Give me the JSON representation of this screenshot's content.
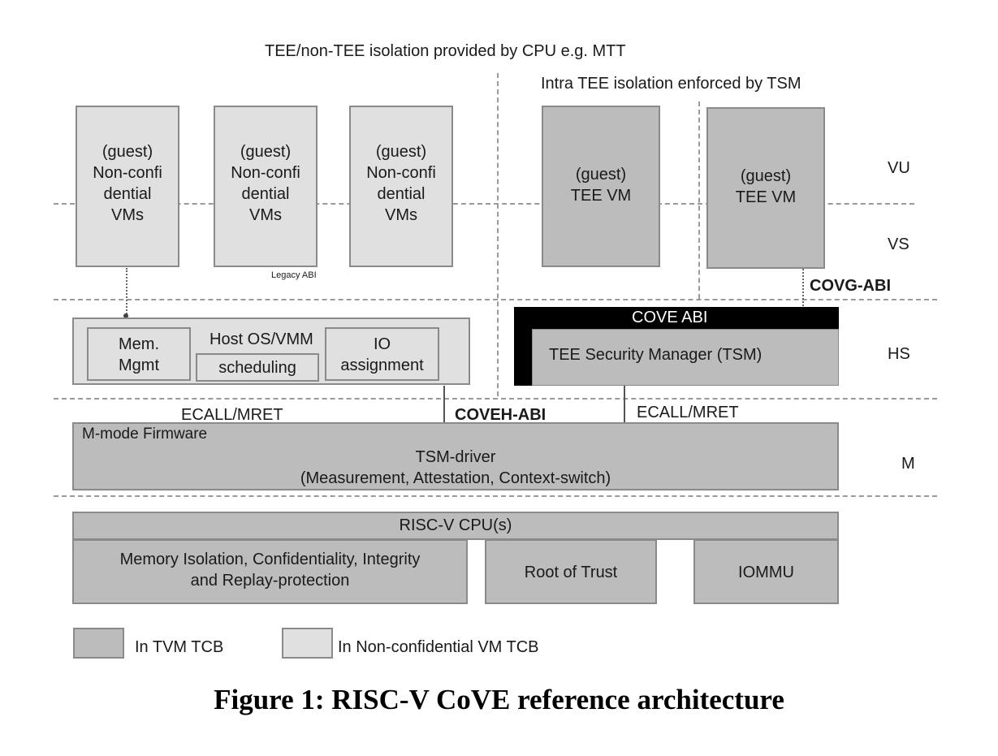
{
  "diagram": {
    "top_title": "TEE/non-TEE isolation provided by CPU e.g. MTT",
    "intra_title": "Intra TEE isolation enforced by TSM",
    "privilege_levels": {
      "vu": "VU",
      "vs": "VS",
      "hs": "HS",
      "m": "M"
    },
    "guest_vms": [
      {
        "line1": "(guest)",
        "line2": "Non-confi",
        "line3": "dential",
        "line4": "VMs",
        "tcb": "non-confidential"
      },
      {
        "line1": "(guest)",
        "line2": "Non-confi",
        "line3": "dential",
        "line4": "VMs",
        "tcb": "non-confidential"
      },
      {
        "line1": "(guest)",
        "line2": "Non-confi",
        "line3": "dential",
        "line4": "VMs",
        "tcb": "non-confidential"
      }
    ],
    "tee_vms": [
      {
        "line1": "(guest)",
        "line2": "TEE VM",
        "tcb": "tvm"
      },
      {
        "line1": "(guest)",
        "line2": "TEE VM",
        "tcb": "tvm"
      }
    ],
    "legacy_abi": "Legacy ABI",
    "covg_abi": "COVG-ABI",
    "host": {
      "title": "Host OS/VMM",
      "mem_line1": "Mem.",
      "mem_line2": "Mgmt",
      "scheduling": "scheduling",
      "io_line1": "IO",
      "io_line2": "assignment"
    },
    "tsm": {
      "cove_abi": "COVE ABI",
      "label": "TEE Security Manager (TSM)"
    },
    "ecall_left": "ECALL/MRET",
    "coveh_abi": "COVEH-ABI",
    "ecall_right": "ECALL/MRET",
    "firmware": {
      "title": "M-mode Firmware",
      "driver": "TSM-driver",
      "driver_desc": "(Measurement, Attestation, Context-switch)"
    },
    "cpu": {
      "title": "RISC-V CPU(s)",
      "memory_line1": "Memory Isolation, Confidentiality, Integrity",
      "memory_line2": "and Replay-protection",
      "root_of_trust": "Root of Trust",
      "iommu": "IOMMU"
    },
    "legend": [
      {
        "label": "In TVM TCB",
        "color": "#bcbcbc"
      },
      {
        "label": "In Non-confidential VM TCB",
        "color": "#e0e0e0"
      }
    ],
    "caption": "Figure 1: RISC-V CoVE reference architecture"
  },
  "colors": {
    "tvm_tcb": "#bcbcbc",
    "nonconf_tcb": "#e0e0e0",
    "cove_abi_band": "#000000"
  }
}
